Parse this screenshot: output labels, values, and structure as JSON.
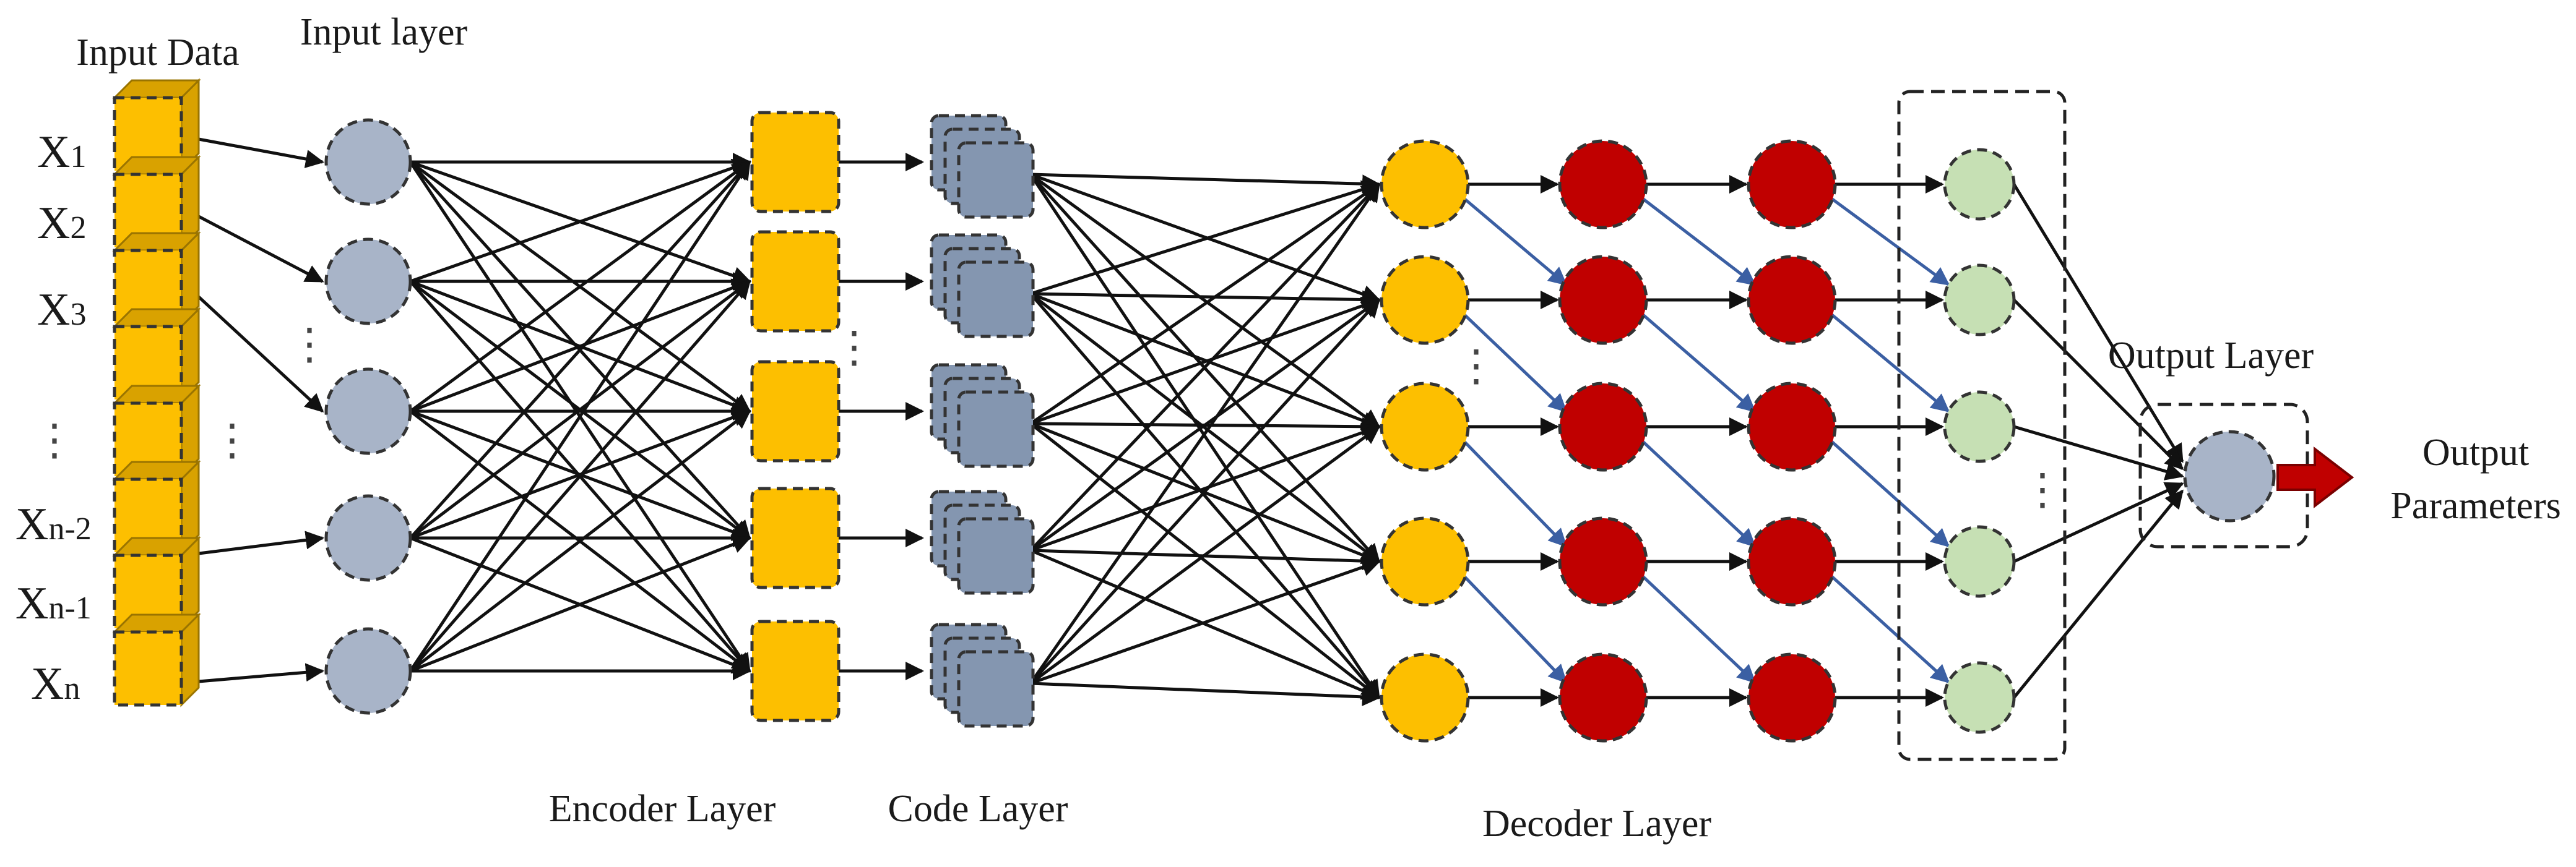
{
  "labels": {
    "input_data": "Input Data",
    "input_layer": "Input layer",
    "encoder_layer": "Encoder Layer",
    "code_layer": "Code Layer",
    "decoder_layer": "Decoder Layer",
    "output_layer": "Output Layer",
    "output_params_line1": "Output",
    "output_params_line2": "Parameters"
  },
  "inputs": [
    {
      "base": "X",
      "sub": "1"
    },
    {
      "base": "X",
      "sub": "2"
    },
    {
      "base": "X",
      "sub": "3"
    },
    {
      "base": "X",
      "sub": "n-2"
    },
    {
      "base": "X",
      "sub": "n-1"
    },
    {
      "base": "X",
      "sub": "n"
    }
  ],
  "ellipsis": "⋮",
  "colors": {
    "input_cube": "#fdbf00",
    "input_cube_side": "#d9a200",
    "input_node": "#a8b4c8",
    "encoder": "#fdbf00",
    "code": "#8496b0",
    "decoder_yellow": "#fdbf00",
    "decoder_red": "#c00000",
    "dense_green": "#c6e0b4",
    "output_node": "#a8b4c8",
    "output_arrow": "#c00000"
  }
}
